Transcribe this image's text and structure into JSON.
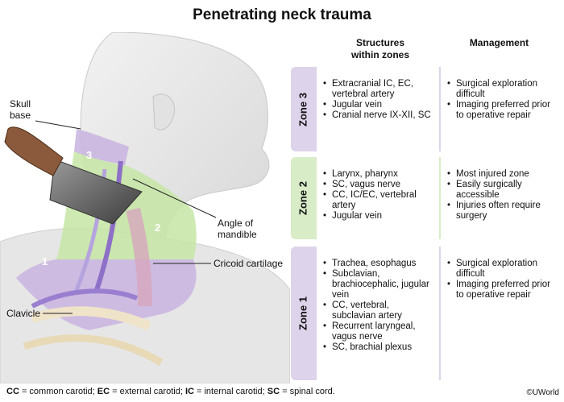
{
  "title": "Penetrating neck trauma",
  "columns": {
    "structures_line1": "Structures",
    "structures_line2": "within zones",
    "management": "Management"
  },
  "labels": {
    "skull_line1": "Skull",
    "skull_line2": "base",
    "angle_line1": "Angle of",
    "angle_line2": "mandible",
    "cricoid": "Cricoid cartilage",
    "clavicle": "Clavicle",
    "zone_num_3": "3",
    "zone_num_2": "2",
    "zone_num_1": "1"
  },
  "zones": [
    {
      "name": "Zone 3",
      "structures": [
        "Extracranial IC, EC, vertebral artery",
        "Jugular vein",
        "Cranial nerve IX-XII, SC"
      ],
      "management": [
        "Surgical exploration difficult",
        "Imaging preferred prior to operative repair"
      ]
    },
    {
      "name": "Zone 2",
      "structures": [
        "Larynx, pharynx",
        "SC, vagus nerve",
        "CC, IC/EC, vertebral artery",
        "Jugular vein"
      ],
      "management": [
        "Most injured zone",
        "Easily surgically accessible",
        "Injuries often require surgery"
      ]
    },
    {
      "name": "Zone 1",
      "structures": [
        "Trachea, esophagus",
        "Subclavian, brachiocephalic, jugular vein",
        "CC, vertebral, subclavian artery",
        "Recurrent laryngeal, vagus nerve",
        "SC, brachial plexus"
      ],
      "management": [
        "Surgical exploration difficult",
        "Imaging preferred prior to operative repair"
      ]
    }
  ],
  "footer": {
    "abbr1": "CC",
    "def1": " = common carotid; ",
    "abbr2": "EC",
    "def2": " = external carotid; ",
    "abbr3": "IC",
    "def3": " = internal carotid; ",
    "abbr4": "SC",
    "def4": " = spinal cord."
  },
  "copyright": "©UWorld",
  "colors": {
    "zone3": "#ddd3ea",
    "zone2": "#d9ecc8",
    "zone1": "#ddd3ea"
  }
}
